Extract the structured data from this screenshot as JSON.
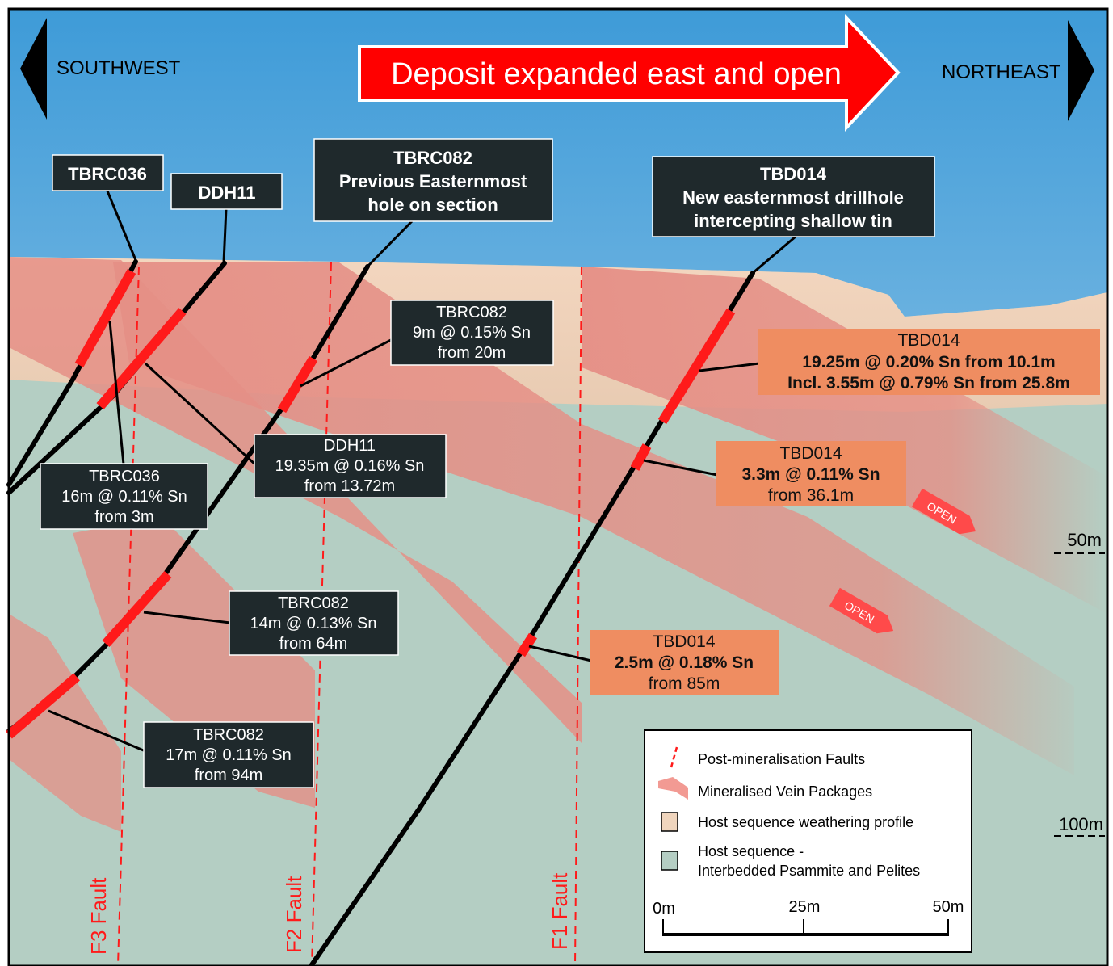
{
  "header": {
    "left_direction": "SOUTHWEST",
    "right_direction": "NORTHEAST",
    "banner": "Deposit expanded east and open"
  },
  "hole_callouts": [
    {
      "id": "TBRC036",
      "lines": [
        "TBRC036"
      ]
    },
    {
      "id": "DDH11",
      "lines": [
        "DDH11"
      ]
    },
    {
      "id": "TBRC082",
      "lines": [
        "TBRC082",
        "Previous Easternmost",
        "hole on section"
      ]
    },
    {
      "id": "TBD014",
      "lines": [
        "TBD014",
        "New easternmost drillhole",
        "intercepting shallow tin"
      ]
    }
  ],
  "intercepts": [
    {
      "hole": "TBRC082",
      "lines": [
        "TBRC082",
        "9m @ 0.15% Sn",
        "from 20m"
      ],
      "style": "dark"
    },
    {
      "hole": "TBRC036",
      "lines": [
        "TBRC036",
        "16m @ 0.11% Sn",
        "from 3m"
      ],
      "style": "dark"
    },
    {
      "hole": "DDH11",
      "lines": [
        "DDH11",
        "19.35m @ 0.16% Sn",
        "from 13.72m"
      ],
      "style": "dark"
    },
    {
      "hole": "TBRC082",
      "lines": [
        "TBRC082",
        "14m @ 0.13% Sn",
        "from 64m"
      ],
      "style": "dark"
    },
    {
      "hole": "TBRC082",
      "lines": [
        "TBRC082",
        "17m @ 0.11% Sn",
        "from 94m"
      ],
      "style": "dark"
    },
    {
      "hole": "TBD014",
      "lines": [
        "TBD014",
        "19.25m @ 0.20% Sn from 10.1m",
        "Incl. 3.55m @ 0.79% Sn from 25.8m"
      ],
      "style": "orange"
    },
    {
      "hole": "TBD014",
      "lines": [
        "TBD014",
        "3.3m @ 0.11% Sn",
        "from 36.1m"
      ],
      "style": "orange"
    },
    {
      "hole": "TBD014",
      "lines": [
        "TBD014",
        "2.5m @ 0.18% Sn",
        "from 85m"
      ],
      "style": "orange"
    }
  ],
  "open_tags": [
    "OPEN",
    "OPEN"
  ],
  "faults": [
    "F3 Fault",
    "F2 Fault",
    "F1 Fault"
  ],
  "depth_markers": [
    "50m",
    "100m"
  ],
  "legend": {
    "items": [
      {
        "label": "Post-mineralisation Faults",
        "icon": "dashed-red-line-icon"
      },
      {
        "label": "Mineralised Vein Packages",
        "icon": "vein-package-icon"
      },
      {
        "label": "Host sequence weathering profile",
        "icon": "weathering-swatch-icon"
      },
      {
        "label": "Host sequence -",
        "label2": "Interbedded Psammite and Pelites",
        "icon": "host-swatch-icon"
      }
    ],
    "scale": [
      "0m",
      "25m",
      "50m"
    ]
  },
  "colors": {
    "sky_top": "#3a9ad9",
    "sky_bottom": "#d7e7ef",
    "weathering": "#f0d5bd",
    "host": "#b4cec3",
    "vein": "#e58f86",
    "intercept": "#ff1a1a",
    "callout_dark": "#1f292c",
    "callout_orange": "#ef8d61",
    "banner_red": "#ff0000"
  }
}
